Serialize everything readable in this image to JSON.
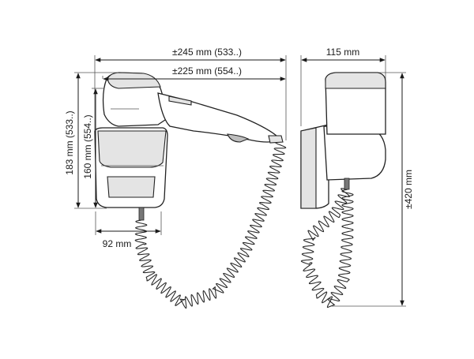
{
  "dimensions": {
    "width_outer": "±245 mm (533..)",
    "width_inner": "±225 mm (554..)",
    "height_outer": "183 mm (533..)",
    "height_inner": "160 mm (554..)",
    "base_width": "92 mm",
    "side_width": "115 mm",
    "total_height": "±420 mm"
  }
}
